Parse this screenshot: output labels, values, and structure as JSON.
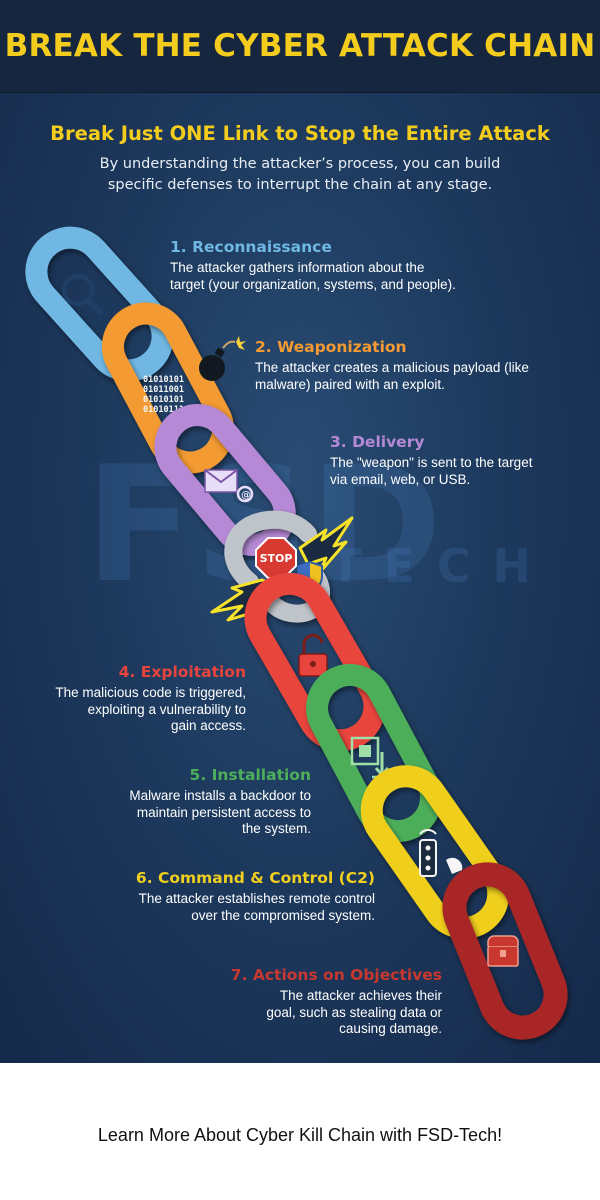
{
  "header": {
    "title": "BREAK THE CYBER ATTACK CHAIN"
  },
  "intro": {
    "headline": "Break Just ONE Link to Stop the Entire Attack",
    "line1": "By understanding the attacker’s process, you can build",
    "line2": "specific defenses to interrupt the chain at any stage."
  },
  "watermark": {
    "big": "FSD",
    "small": "TECH"
  },
  "stop_sign": {
    "text": "STOP"
  },
  "binary": {
    "lines": [
      "01010101",
      "01011001",
      "01010101",
      "01010111"
    ]
  },
  "steps": [
    {
      "title": "1. Reconnaissance",
      "color": "#6fb8e3",
      "icon": "magnifier-icon",
      "desc": [
        "The attacker gathers information about the",
        "target (your organization, systems, and people)."
      ]
    },
    {
      "title": "2. Weaponization",
      "color": "#f39a31",
      "icon": "bomb-icon",
      "desc": [
        "The attacker creates a malicious payload (like",
        "malware) paired with an exploit."
      ]
    },
    {
      "title": "3. Delivery",
      "color": "#b689d6",
      "icon": "email-icon",
      "desc": [
        "The \"weapon\" is sent to the target",
        "via email, web, or USB."
      ]
    },
    {
      "title": "4. Exploitation",
      "color": "#e8443d",
      "icon": "unlocked-padlock-icon",
      "desc": [
        "The malicious code is triggered,",
        "exploiting a vulnerability to",
        "gain access."
      ]
    },
    {
      "title": "5. Installation",
      "color": "#4dae5a",
      "icon": "chip-download-icon",
      "desc": [
        "Malware installs a backdoor to",
        "maintain persistent access to",
        "the system."
      ]
    },
    {
      "title": "6. Command & Control (C2)",
      "color": "#f0cf1f",
      "icon": "remote-antenna-icon",
      "desc": [
        "The attacker establishes remote control",
        "over the compromised system."
      ]
    },
    {
      "title": "7. Actions on Objectives",
      "color": "#c8382f",
      "icon": "treasure-chest-icon",
      "desc": [
        "The attacker achieves their",
        "goal, such as stealing data or",
        "causing damage."
      ]
    }
  ],
  "footer": {
    "link_text": "Learn More About Cyber Kill Chain with FSD-Tech!"
  }
}
